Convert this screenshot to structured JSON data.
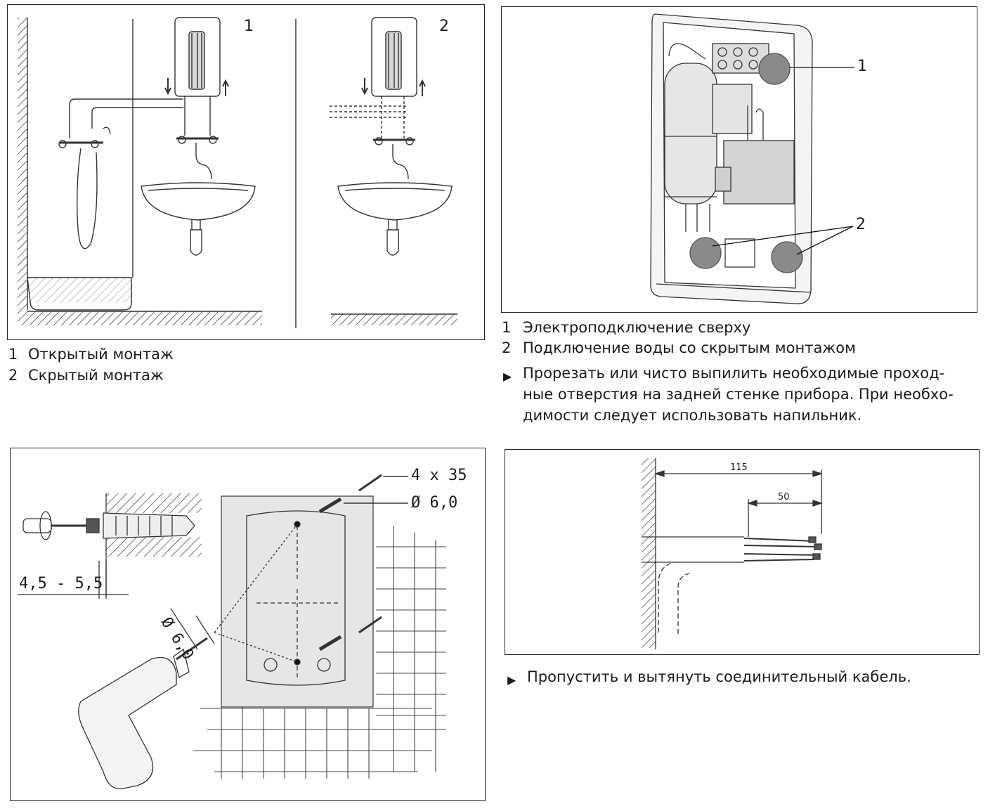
{
  "fig1": {
    "label_1": "1",
    "label_2": "2",
    "captions": [
      {
        "num": "1",
        "text": "Открытый монтаж"
      },
      {
        "num": "2",
        "text": "Скрытый монтаж"
      }
    ]
  },
  "fig2": {
    "label_1": "1",
    "label_2": "2",
    "captions": [
      {
        "num": "1",
        "text": "Электроподключение сверху"
      },
      {
        "num": "2",
        "text": "Подключение воды со скрытым монтажом"
      }
    ],
    "instruction_lines": [
      "Прорезать или чисто выпилить необходимые проход-",
      "ные отверстия на задней стенке прибора. При необхо-",
      "димости следует использовать напильник."
    ]
  },
  "fig3": {
    "screw": "4 x 35",
    "dowel": "Ø 6,0",
    "drill": "Ø 6,0",
    "depth": "4,5 - 5,5"
  },
  "fig4": {
    "dim_outer": "115",
    "dim_inner": "50",
    "instruction": "Пропустить и вытянуть соединительный кабель."
  }
}
